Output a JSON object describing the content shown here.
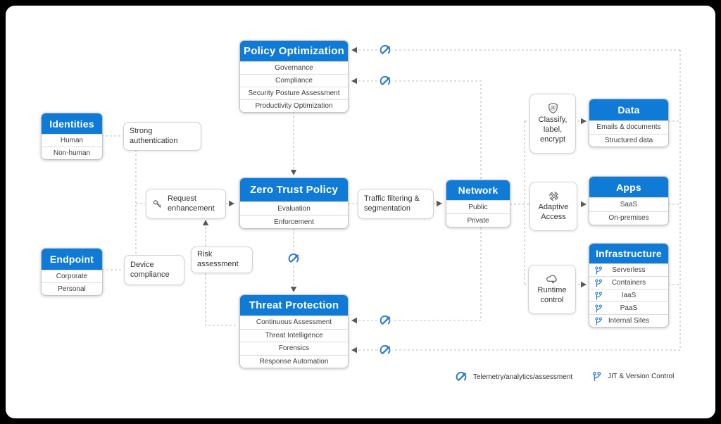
{
  "entities": {
    "identities": {
      "title": "Identities",
      "rows": [
        "Human",
        "Non-human"
      ]
    },
    "endpoint": {
      "title": "Endpoint",
      "rows": [
        "Corporate",
        "Personal"
      ]
    },
    "policy_optimization": {
      "title": "Policy Optimization",
      "rows": [
        "Governance",
        "Compliance",
        "Security Posture Assessment",
        "Productivity Optimization"
      ]
    },
    "zero_trust_policy": {
      "title": "Zero Trust Policy",
      "rows": [
        "Evaluation",
        "Enforcement"
      ]
    },
    "threat_protection": {
      "title": "Threat Protection",
      "rows": [
        "Continuous Assessment",
        "Threat Intelligence",
        "Forensics",
        "Response Automation"
      ]
    },
    "network": {
      "title": "Network",
      "rows": [
        "Public",
        "Private"
      ]
    },
    "data": {
      "title": "Data",
      "rows": [
        "Emails & documents",
        "Structured data"
      ]
    },
    "apps": {
      "title": "Apps",
      "rows": [
        "SaaS",
        "On-premises"
      ]
    },
    "infrastructure": {
      "title": "Infrastructure",
      "rows": [
        "Serverless",
        "Containers",
        "IaaS",
        "PaaS",
        "Internal Sites"
      ]
    }
  },
  "labels": {
    "strong_authentication": "Strong\nauthentication",
    "request_enhancement": "Request\nenhancement",
    "device_compliance": "Device\ncompliance",
    "risk_assessment": "Risk\nassessment",
    "traffic_filtering": "Traffic filtering &\nsegmentation",
    "classify_label_encrypt": "Classify,\nlabel,\nencrypt",
    "adaptive_access": "Adaptive\nAccess",
    "runtime_control": "Runtime\ncontrol"
  },
  "legend": {
    "telemetry": "Telemetry/analytics/assessment",
    "jit": "JIT & Version Control"
  },
  "icons": {
    "telemetry": "gauge-dial",
    "jit": "git-branch",
    "request_enhancement": "keys",
    "classify_label_encrypt": "shield-at",
    "adaptive_access": "fingerprint",
    "runtime_control": "cloud"
  },
  "colors": {
    "header_blue": "#0f7bd6",
    "icon_blue": "#2b7bd0",
    "line_gray": "#bdbdbd",
    "arrow_gray": "#5a5a5a",
    "background": "#000000"
  }
}
